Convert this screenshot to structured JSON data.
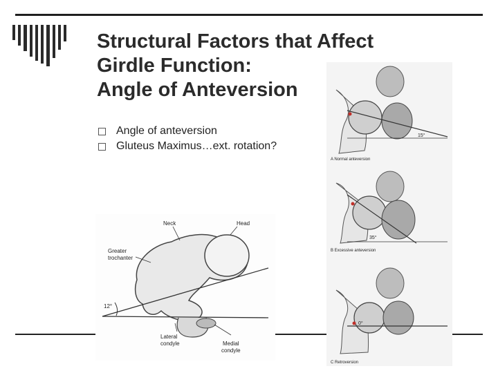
{
  "title": {
    "line1": "Structural Factors that Affect",
    "line2": "Girdle Function:",
    "line3": "Angle of Anteversion"
  },
  "bullets": [
    "Angle of anteversion",
    "Gluteus Maximus…ext. rotation?"
  ],
  "figure_femur": {
    "label_neck": "Neck",
    "label_head": "Head",
    "label_greater": "Greater",
    "label_trochanter": "trochanter",
    "label_angle": "12°",
    "label_lateral": "Lateral",
    "label_lateral_2": "condyle",
    "label_medial": "Medial",
    "label_medial_2": "condyle"
  },
  "figure_panels": {
    "a_angle": "15°",
    "a_caption": "A Normal anteversion",
    "b_angle": "35°",
    "b_caption": "B Excessive anteversion",
    "c_angle": "0°",
    "c_caption": "C Retroversion"
  },
  "colors": {
    "accent_line": "#1f1f1f",
    "title_text": "#2b2b2b",
    "marker_red": "#c0302a"
  }
}
